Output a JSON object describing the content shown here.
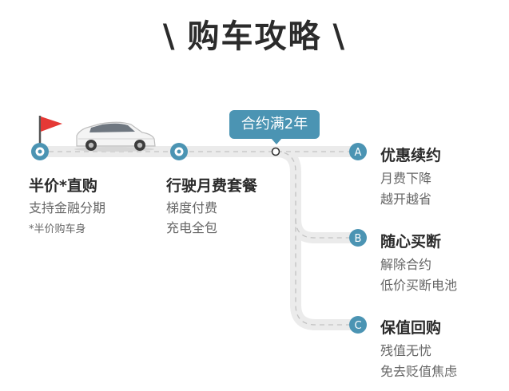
{
  "title": {
    "text": "购车攻略",
    "left_mark": "\\",
    "right_mark": "\\"
  },
  "callout": {
    "text": "合约满2年"
  },
  "steps": [
    {
      "title": "半价*直购",
      "lines": [
        "支持金融分期"
      ],
      "note": "*半价购车身"
    },
    {
      "title": "行驶月费套餐",
      "lines": [
        "梯度付费",
        "充电全包"
      ]
    }
  ],
  "options": [
    {
      "marker": "A",
      "title": "优惠续约",
      "lines": [
        "月费下降",
        "越开越省"
      ]
    },
    {
      "marker": "B",
      "title": "随心买断",
      "lines": [
        "解除合约",
        "低价买断电池"
      ]
    },
    {
      "marker": "C",
      "title": "保值回购",
      "lines": [
        "残值无忧",
        "免去贬值焦虑"
      ]
    }
  ],
  "colors": {
    "accent": "#4b94b3",
    "road": "#ebebeb",
    "flag": "#e53935",
    "text": "#2b2b2b",
    "subtext": "#666666"
  },
  "icons": [
    "flag-icon",
    "car-icon"
  ]
}
